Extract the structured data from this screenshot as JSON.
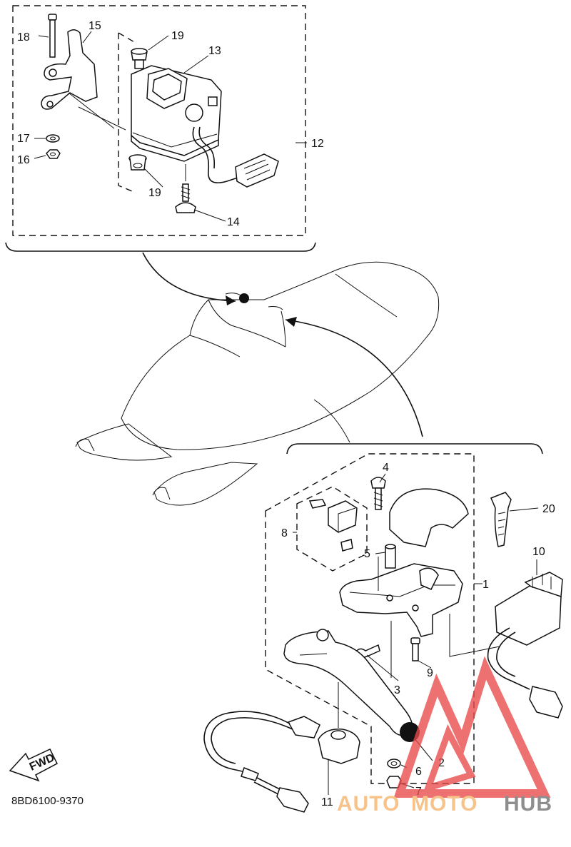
{
  "diagram": {
    "callouts": {
      "c1": "1",
      "c2": "2",
      "c3": "3",
      "c4": "4",
      "c5": "5",
      "c6": "6",
      "c7": "7",
      "c8": "8",
      "c9": "9",
      "c10": "10",
      "c11": "11",
      "c12": "12",
      "c13": "13",
      "c14": "14",
      "c15": "15",
      "c16": "16",
      "c17": "17",
      "c18": "18",
      "c19a": "19",
      "c19b": "19",
      "c20": "20"
    },
    "fwd_label": "FWD",
    "part_code": "8BD6100-9370",
    "watermark": {
      "part1": "AUTO",
      "part2": "MOTO",
      "part3": "HUB"
    }
  },
  "colors": {
    "line": "#111111",
    "watermark_red": "#e84a4a",
    "watermark_orange": "#f6b36b",
    "watermark_gray": "#6f6f6f"
  }
}
